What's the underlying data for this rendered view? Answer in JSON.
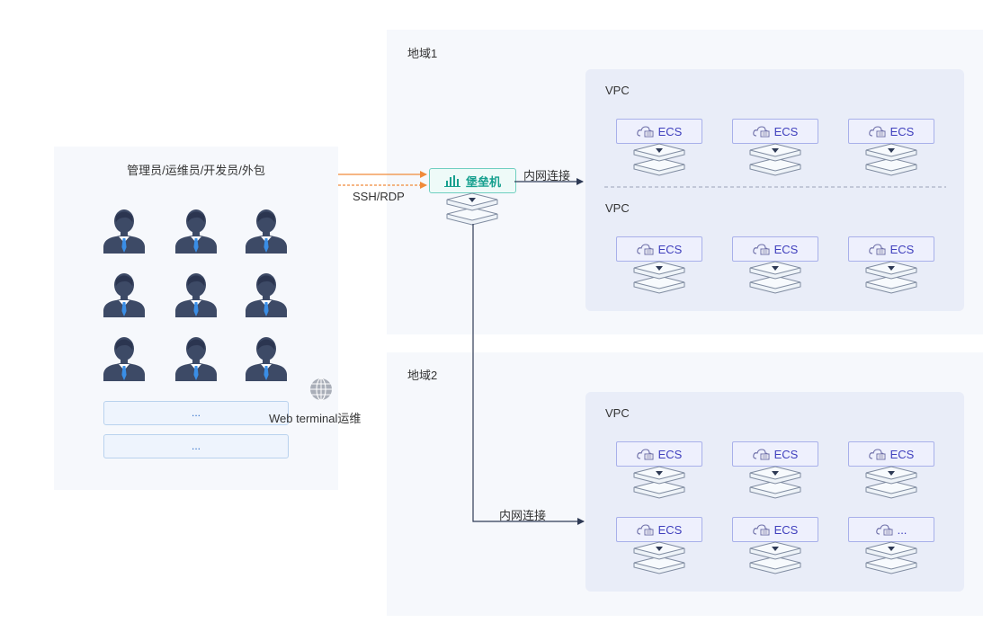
{
  "users_panel": {
    "title": "管理员/运维员/开发员/外包",
    "more_1": "...",
    "more_2": "..."
  },
  "connection": {
    "protocol_label": "SSH/RDP",
    "web_terminal_label": "Web terminal运维",
    "intranet_label_1": "内网连接",
    "intranet_label_2": "内网连接"
  },
  "bastion": {
    "label": "堡垒机"
  },
  "region1": {
    "label": "地域1",
    "vpcs": [
      {
        "label": "VPC",
        "items": [
          "ECS",
          "ECS",
          "ECS"
        ]
      },
      {
        "label": "VPC",
        "items": [
          "ECS",
          "ECS",
          "ECS"
        ]
      }
    ]
  },
  "region2": {
    "label": "地域2",
    "vpc": {
      "label": "VPC",
      "items": [
        "ECS",
        "ECS",
        "ECS",
        "ECS",
        "ECS",
        "..."
      ]
    }
  },
  "colors": {
    "orange_line": "#f08a3a",
    "dark_line": "#2e3a55",
    "teal": "#17a08f",
    "ecs_purple": "#3f3fbd",
    "person_dark": "#3d4a66",
    "tie_blue": "#3a8ee6"
  }
}
